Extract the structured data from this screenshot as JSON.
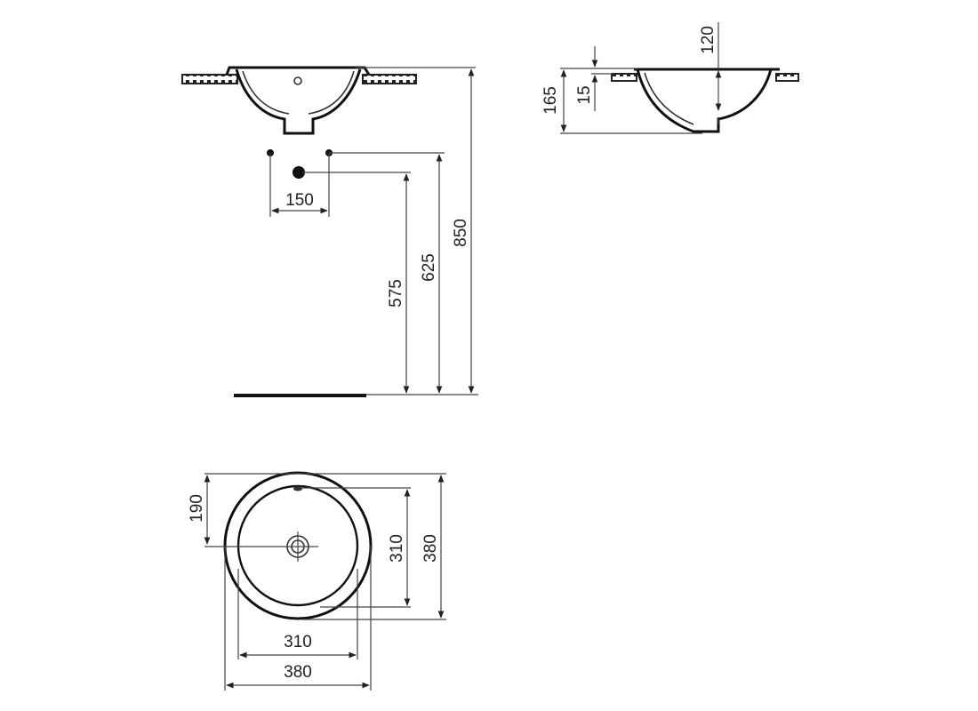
{
  "drawing": {
    "front_view": {
      "dimensions": {
        "tap_spacing": "150",
        "waste_height": "575",
        "tap_height": "625",
        "rim_height": "850"
      }
    },
    "side_view": {
      "dimensions": {
        "total_depth": "165",
        "rim_thickness": "15",
        "bowl_depth": "120"
      }
    },
    "plan_view": {
      "dimensions": {
        "center_offset": "190",
        "inner_height": "310",
        "outer_height": "380",
        "inner_width": "310",
        "outer_width": "380"
      }
    }
  }
}
